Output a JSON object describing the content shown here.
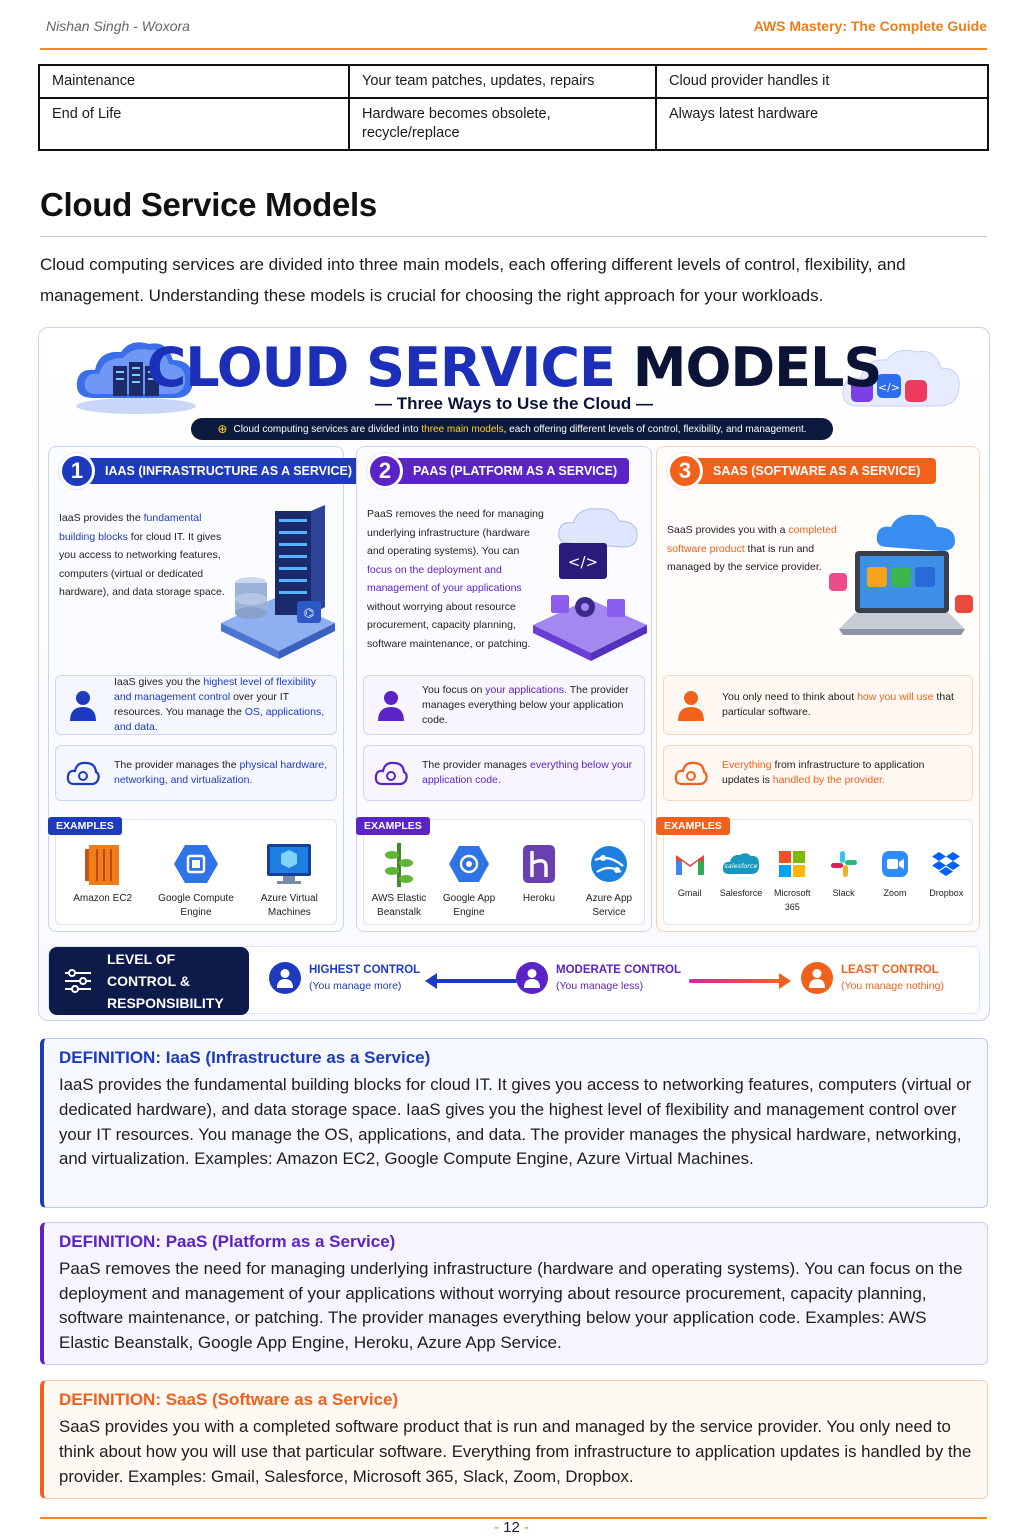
{
  "header": {
    "author": "Nishan Singh - Woxora",
    "book": "AWS Mastery: The Complete Guide"
  },
  "table": {
    "rows": [
      [
        "Maintenance",
        "Your team patches, updates, repairs",
        "Cloud provider handles it"
      ],
      [
        "End of Life",
        "Hardware becomes obsolete, recycle/replace",
        "Always latest hardware"
      ]
    ]
  },
  "section": {
    "title": "Cloud Service Models",
    "intro": "Cloud computing services are divided into three main models, each offering different levels of control, flexibility, and management. Understanding these models is crucial for choosing the right approach for your workloads."
  },
  "infographic": {
    "title_part1": "CLOUD SERVICE",
    "title_part2": "MODELS",
    "subtitle": "— Three Ways to Use the Cloud —",
    "ribbon_pre": "Cloud computing services are divided into",
    "ribbon_hl": "three main models",
    "ribbon_post": ", each offering different levels of control, flexibility, and management.",
    "examples_tag": "EXAMPLES",
    "columns": [
      {
        "num": "1",
        "title": "IAAS (INFRASTRUCTURE AS A SERVICE)",
        "desc_pre": "IaaS provides the ",
        "desc_hl": "fundamental building blocks",
        "desc_post": " for cloud IT. It gives you access to networking features, computers (virtual or dedicated hardware), and data storage space.",
        "user_pre": "IaaS gives you the ",
        "user_hl": "highest level of flexibility and management control",
        "user_mid": " over your IT resources. You manage the ",
        "user_hl2": "OS, applications, and data.",
        "prov_pre": "The provider manages the ",
        "prov_hl": "physical hardware, networking, and virtualization.",
        "examples": [
          "Amazon EC2",
          "Google Compute Engine",
          "Azure Virtual Machines"
        ]
      },
      {
        "num": "2",
        "title": "PAAS (PLATFORM AS A SERVICE)",
        "desc_pre": "PaaS removes the need for managing underlying infrastructure (hardware and operating systems). You can ",
        "desc_hl": "focus on the deployment and management of your applications",
        "desc_post": " without worrying about resource procurement, capacity planning, software maintenance, or patching.",
        "user_pre": "You focus on ",
        "user_hl": "your applications.",
        "user_mid": " The provider manages everything below your application code.",
        "prov_pre": "The provider manages ",
        "prov_hl": "everything below your application code.",
        "examples": [
          "AWS Elastic Beanstalk",
          "Google App Engine",
          "Heroku",
          "Azure App Service"
        ]
      },
      {
        "num": "3",
        "title": "SAAS (SOFTWARE AS A SERVICE)",
        "desc_pre": "SaaS provides you with a ",
        "desc_hl": "completed software product",
        "desc_post": " that is run and managed by the service provider.",
        "user_pre": "You only need to think about ",
        "user_hl": "how you will use",
        "user_mid": " that particular software.",
        "prov_hl": "Everything",
        "prov_mid": " from infrastructure to application updates is ",
        "prov_hl2": "handled by the provider.",
        "examples": [
          "Gmail",
          "Salesforce",
          "Microsoft 365",
          "Slack",
          "Zoom",
          "Dropbox"
        ]
      }
    ],
    "control": {
      "label": "LEVEL OF CONTROL & RESPONSIBILITY",
      "high": "HIGHEST CONTROL",
      "high_sub": "(You manage more)",
      "mid": "MODERATE CONTROL",
      "mid_sub": "(You manage less)",
      "low": "LEAST CONTROL",
      "low_sub": "(You manage nothing)"
    }
  },
  "definitions": [
    {
      "title": "DEFINITION: IaaS (Infrastructure as a Service)",
      "text": "IaaS provides the fundamental building blocks for cloud IT. It gives you access to networking features, computers (virtual or dedicated hardware), and data storage space. IaaS gives you the highest level of flexibility and management control over your IT resources. You manage the OS, applications, and data. The provider manages the physical hardware, networking, and virtualization. Examples: Amazon EC2, Google Compute Engine, Azure Virtual Machines."
    },
    {
      "title": "DEFINITION: PaaS (Platform as a Service)",
      "text": "PaaS removes the need for managing underlying infrastructure (hardware and operating systems). You can focus on the deployment and management of your applications without worrying about resource procurement, capacity planning, software maintenance, or patching. The provider manages everything below your application code. Examples: AWS Elastic Beanstalk, Google App Engine, Heroku, Azure App Service."
    },
    {
      "title": "DEFINITION: SaaS (Software as a Service)",
      "text": "SaaS provides you with a completed software product that is run and managed by the service provider. You only need to think about how you will use that particular software. Everything from infrastructure to application updates is handled by the provider. Examples: Gmail, Salesforce, Microsoft 365, Slack, Zoom, Dropbox."
    }
  ],
  "footer": {
    "page": "12"
  },
  "colors": {
    "accent": "#f08a24",
    "iaas": "#1e3bc0",
    "paas": "#5a24c7",
    "saas": "#f2611c",
    "navy": "#0e1a4a"
  }
}
